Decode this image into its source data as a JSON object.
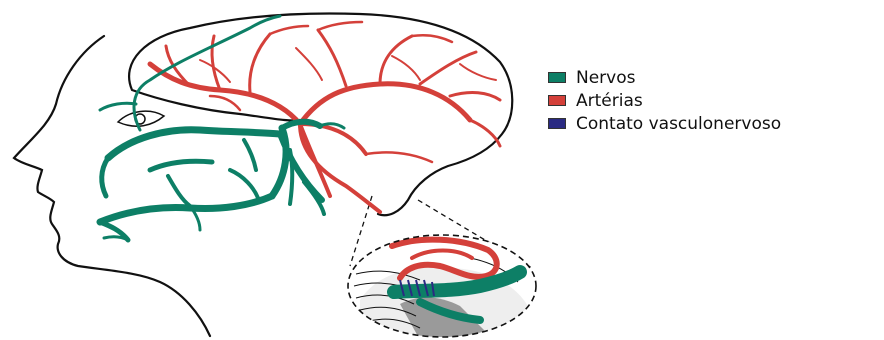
{
  "colors": {
    "nerve": "#0d7f66",
    "artery": "#d4403a",
    "contact": "#2a2a82",
    "outline": "#111111",
    "grey": "#9a9a9a"
  },
  "legend": {
    "items": [
      {
        "key": "nerves",
        "label": "Nervos",
        "color": "#0d7f66"
      },
      {
        "key": "arteries",
        "label": "Artérias",
        "color": "#d4403a"
      },
      {
        "key": "contact",
        "label": "Contato vasculonervoso",
        "color": "#2a2a82"
      }
    ]
  }
}
